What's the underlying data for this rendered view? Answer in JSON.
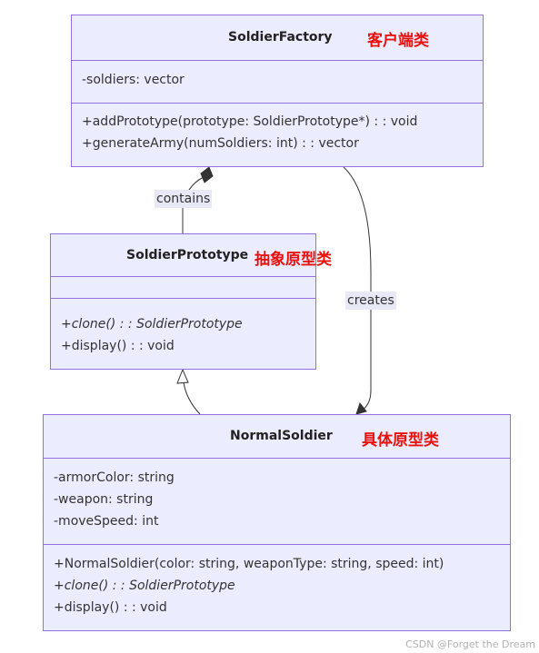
{
  "classes": {
    "factory": {
      "name": "SoldierFactory",
      "tag": "客户端类",
      "attributes": [
        "-soldiers: vector"
      ],
      "methods": [
        "+addPrototype(prototype: SoldierPrototype*) : : void",
        "+generateArmy(numSoldiers: int) : : vector"
      ]
    },
    "prototype": {
      "name": "SoldierPrototype",
      "tag": "抽象原型类",
      "attributes": [],
      "methods": [
        "+clone() : : SoldierPrototype",
        "+display() : : void"
      ]
    },
    "normal": {
      "name": "NormalSoldier",
      "tag": "具体原型类",
      "attributes": [
        "-armorColor: string",
        "-weapon: string",
        "-moveSpeed: int"
      ],
      "methods": [
        "+NormalSoldier(color: string, weaponType: string, speed: int)",
        "+clone() : : SoldierPrototype",
        "+display() : : void"
      ]
    }
  },
  "edges": {
    "contains": "contains",
    "creates": "creates"
  },
  "colors": {
    "box_fill": "#ECECFF",
    "box_border": "#9370DB",
    "tag": "#e8120c",
    "edge": "#333333"
  },
  "watermark": "CSDN @Forget the Dream"
}
